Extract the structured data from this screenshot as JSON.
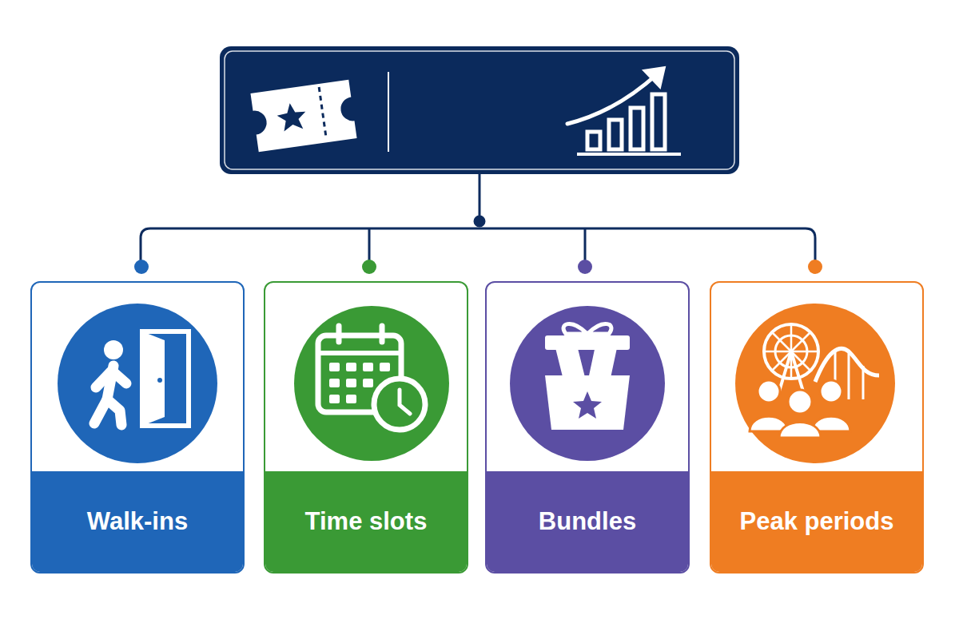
{
  "diagram": {
    "nodes": [
      {
        "text": [
          "Walk-ins"
        ]
      },
      {
        "text": [
          "Time slots"
        ]
      },
      {
        "text": [
          "Bundles"
        ]
      },
      {
        "text": [
          "Peak periods"
        ]
      }
    ]
  }
}
